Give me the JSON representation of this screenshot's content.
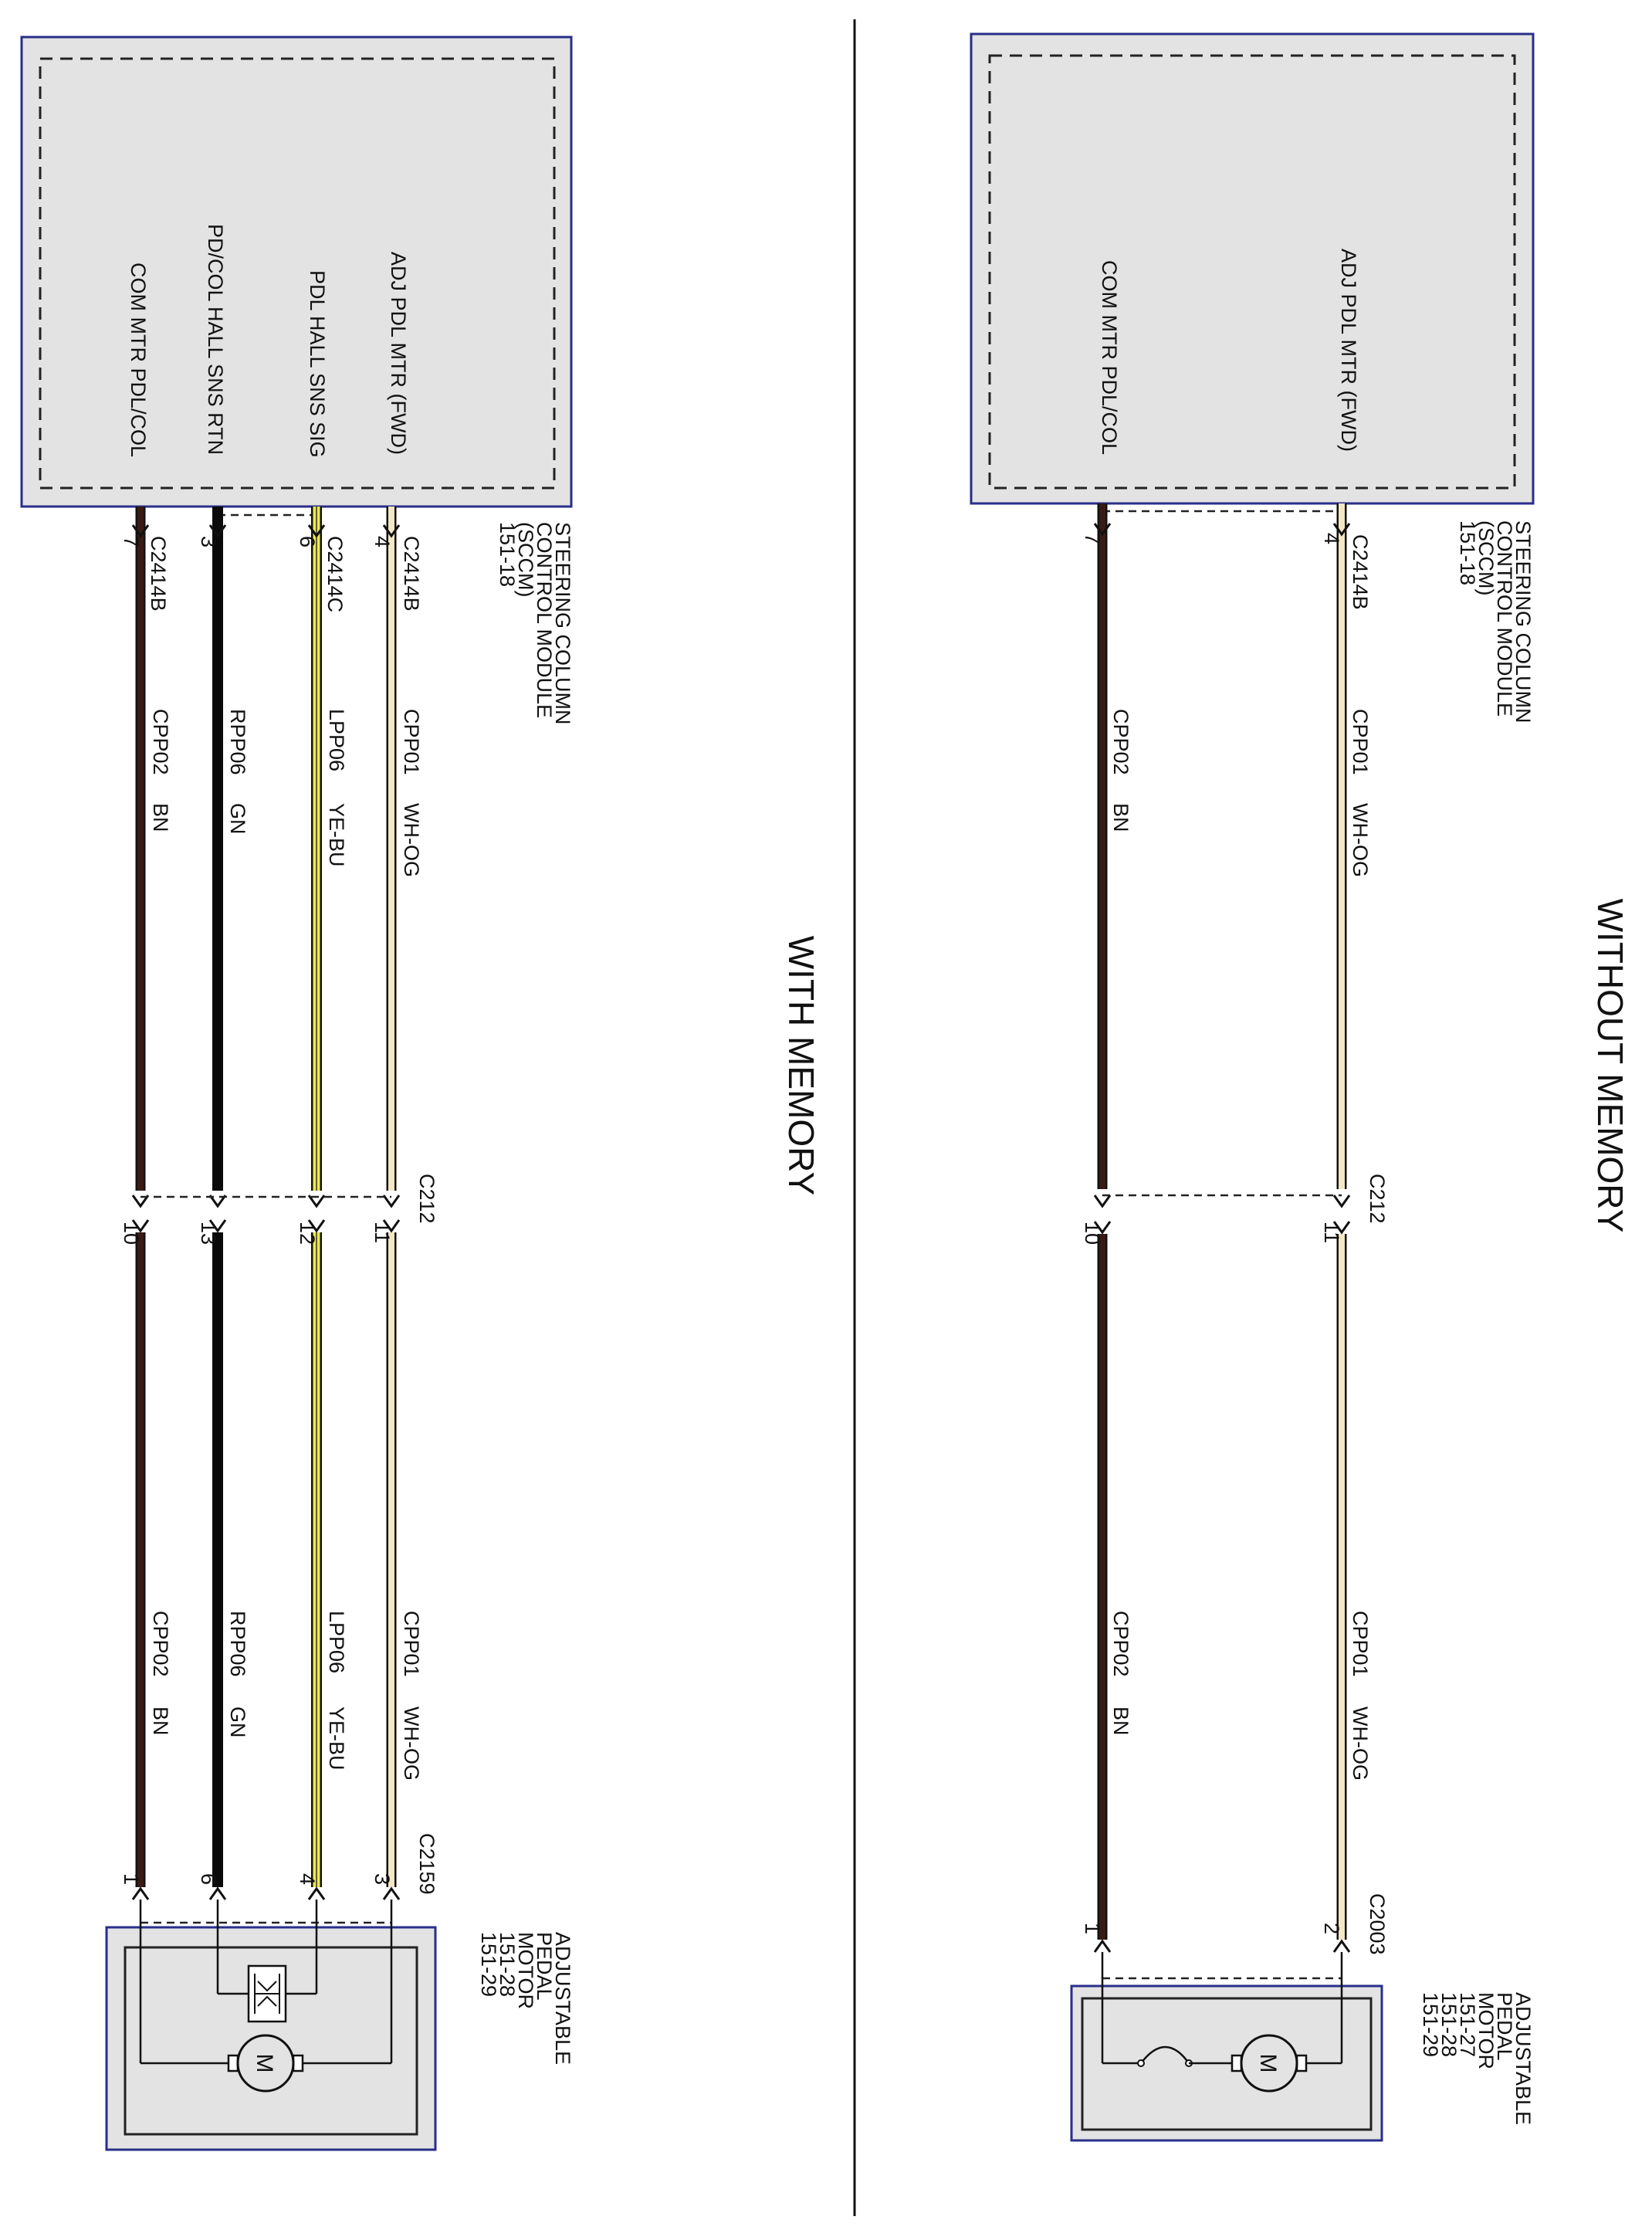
{
  "without_memory": {
    "title": "WITHOUT MEMORY",
    "sccm": {
      "name_lines": [
        "STEERING COLUMN",
        "CONTROL MODULE",
        "(SCCM)",
        "151-18"
      ],
      "pins": [
        "ADJ PDL MTR (FWD)",
        "COM MTR PDL/COL"
      ],
      "connector": "C2414B"
    },
    "inline_connector": "C212",
    "motor": {
      "name_lines": [
        "ADJUSTABLE",
        "PEDAL",
        "MOTOR",
        "151-27",
        "151-28",
        "151-29"
      ],
      "connector": "C2003",
      "symbol": "M"
    },
    "wires": [
      {
        "circuit": "CPP01",
        "color_code": "WH-OG",
        "module_pin": "4",
        "c212_pin": "11",
        "motor_pin": "2",
        "color": "#d9c48a"
      },
      {
        "circuit": "CPP02",
        "color_code": "BN",
        "module_pin": "7",
        "c212_pin": "10",
        "motor_pin": "1",
        "color": "#2a1510"
      }
    ]
  },
  "with_memory": {
    "title": "WITH MEMORY",
    "sccm": {
      "name_lines": [
        "STEERING COLUMN",
        "CONTROL MODULE",
        "(SCCM)",
        "151-18"
      ],
      "pins": [
        "ADJ PDL MTR (FWD)",
        "PDL HALL SNS SIG",
        "PD/COL HALL SNS RTN",
        "COM MTR PDL/COL"
      ],
      "connectors": [
        "C2414B",
        "C2414C",
        "C2414B"
      ]
    },
    "inline_connector": "C212",
    "motor": {
      "name_lines": [
        "ADJUSTABLE",
        "PEDAL",
        "MOTOR",
        "151-28",
        "151-29"
      ],
      "connector": "C2159",
      "symbol": "M"
    },
    "wires": [
      {
        "circuit": "CPP01",
        "color_code": "WH-OG",
        "module_pin": "4",
        "c212_pin": "11",
        "motor_pin": "3",
        "color": "#d9c48a"
      },
      {
        "circuit": "LPP06",
        "color_code": "YE-BU",
        "module_pin": "6",
        "c212_pin": "12",
        "motor_pin": "4",
        "color": "#e6e35a"
      },
      {
        "circuit": "RPP06",
        "color_code": "GN",
        "module_pin": "3",
        "c212_pin": "13",
        "motor_pin": "6",
        "color": "#0a0a0a"
      },
      {
        "circuit": "CPP02",
        "color_code": "BN",
        "module_pin": "7",
        "c212_pin": "10",
        "motor_pin": "1",
        "color": "#2a1510"
      }
    ]
  }
}
